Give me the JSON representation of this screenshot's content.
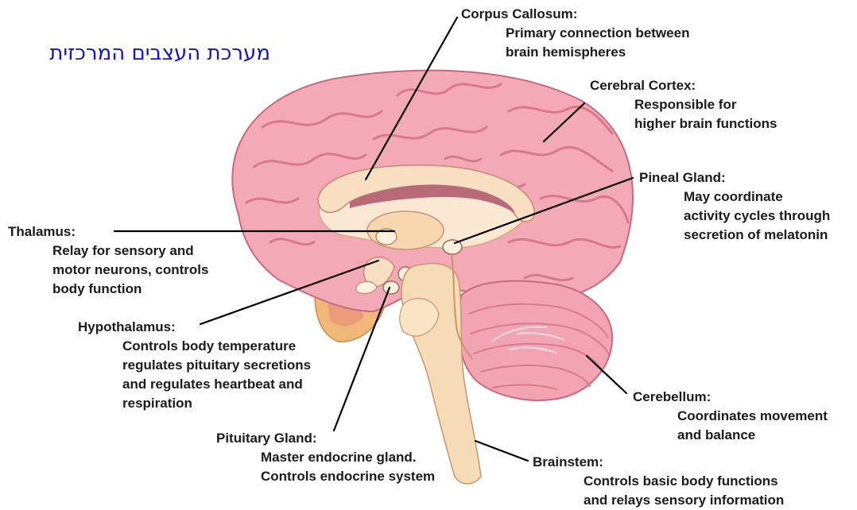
{
  "title": "מערכת העצבים המרכזית",
  "labels": {
    "corpus_callosum": {
      "name": "Corpus Callosum:",
      "desc": [
        "Primary connection between",
        "brain hemispheres"
      ]
    },
    "cerebral_cortex": {
      "name": "Cerebral Cortex:",
      "desc": [
        "Responsible for",
        "higher brain functions"
      ]
    },
    "pineal_gland": {
      "name": "Pineal Gland:",
      "desc": [
        "May coordinate",
        "activity cycles through",
        "secretion of melatonin"
      ]
    },
    "thalamus": {
      "name": "Thalamus:",
      "desc": [
        "Relay for sensory and",
        "motor neurons, controls",
        "body function"
      ]
    },
    "hypothalamus": {
      "name": "Hypothalamus:",
      "desc": [
        "Controls body temperature",
        "regulates pituitary secretions",
        "and regulates heartbeat and",
        "respiration"
      ]
    },
    "cerebellum": {
      "name": "Cerebellum:",
      "desc": [
        "Coordinates movement",
        "and balance"
      ]
    },
    "pituitary_gland": {
      "name": "Pituitary Gland:",
      "desc": [
        "Master endocrine gland.",
        "Controls endocrine system"
      ]
    },
    "brainstem": {
      "name": "Brainstem:",
      "desc": [
        "Controls basic body functions",
        "and relays sensory information"
      ]
    }
  },
  "colors": {
    "title": "#1414c8",
    "cortex": "#f4a9b6",
    "cortex_dark": "#d9788c",
    "inner": "#f8ddc0",
    "stem": "#f6dcb6",
    "cerebellum": "#f3a4b3",
    "accent_orange": "#f0b979",
    "callosum_dark": "#b96a78",
    "leader": "#000000"
  }
}
